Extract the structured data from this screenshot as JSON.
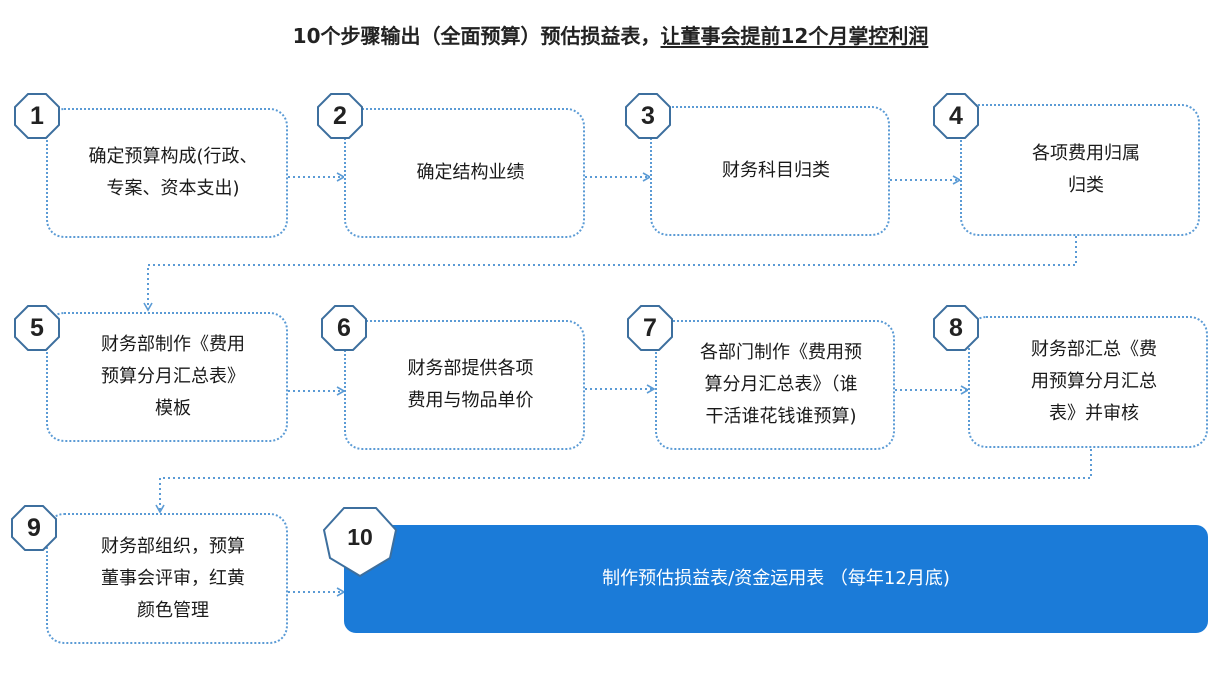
{
  "title": {
    "prefix": "10个步骤输出（全面预算）预估损益表，",
    "underlined": "让董事会提前12个月掌控利润"
  },
  "steps": [
    {
      "num": "1",
      "line1": "确定预算构成(行政、",
      "line2": "专案、资本支出)",
      "line3": ""
    },
    {
      "num": "2",
      "line1": "确定结构业绩",
      "line2": "",
      "line3": ""
    },
    {
      "num": "3",
      "line1": "财务科目归类",
      "line2": "",
      "line3": ""
    },
    {
      "num": "4",
      "line1": "各项费用归属",
      "line2": "归类",
      "line3": ""
    },
    {
      "num": "5",
      "line1": "财务部制作《费用",
      "line2": "预算分月汇总表》",
      "line3": "模板"
    },
    {
      "num": "6",
      "line1": "财务部提供各项",
      "line2": "费用与物品单价",
      "line3": ""
    },
    {
      "num": "7",
      "line1": "各部门制作《费用预",
      "line2": "算分月汇总表》（谁",
      "line3": "干活谁花钱谁预算)"
    },
    {
      "num": "8",
      "line1": "财务部汇总《费",
      "line2": "用预算分月汇总",
      "line3": "表》并审核"
    },
    {
      "num": "9",
      "line1": "财务部组织，预算",
      "line2": "董事会评审，红黄",
      "line3": "颜色管理"
    },
    {
      "num": "10",
      "line1": "制作预估损益表/资金运用表 （每年12月底)",
      "line2": "",
      "line3": ""
    }
  ],
  "colors": {
    "accent": "#1b7bd8",
    "border": "#5b9bd5",
    "text": "#1a1a1a"
  }
}
